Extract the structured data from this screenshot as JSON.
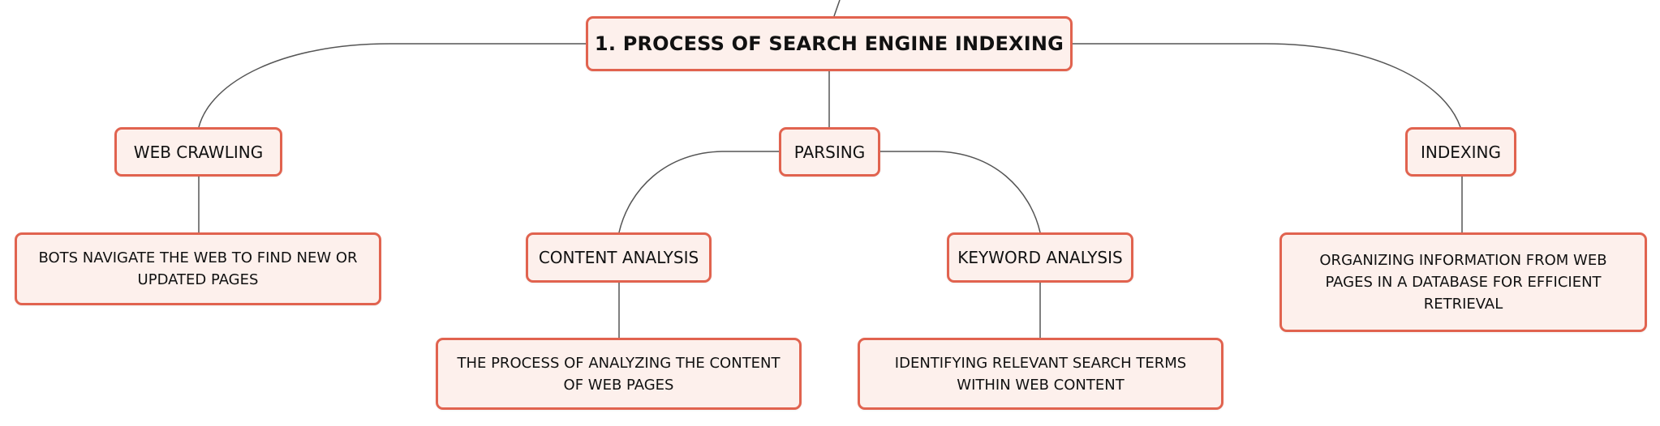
{
  "diagram": {
    "root": {
      "label": "1. PROCESS OF SEARCH ENGINE INDEXING"
    },
    "branches": {
      "crawling": {
        "label": "WEB CRAWLING",
        "description": "BOTS NAVIGATE THE WEB TO FIND NEW OR UPDATED PAGES"
      },
      "parsing": {
        "label": "PARSING",
        "children": {
          "content": {
            "label": "CONTENT ANALYSIS",
            "description": "THE PROCESS OF ANALYZING THE CONTENT OF WEB PAGES"
          },
          "keyword": {
            "label": "KEYWORD ANALYSIS",
            "description": "IDENTIFYING RELEVANT SEARCH TERMS WITHIN WEB CONTENT"
          }
        }
      },
      "indexing": {
        "label": "INDEXING",
        "description": "ORGANIZING INFORMATION FROM WEB PAGES IN A DATABASE FOR EFFICIENT RETRIEVAL"
      }
    },
    "colors": {
      "node_fill": "#fdf0ec",
      "node_border": "#e1634f",
      "connector": "#555555",
      "text": "#111111"
    }
  }
}
